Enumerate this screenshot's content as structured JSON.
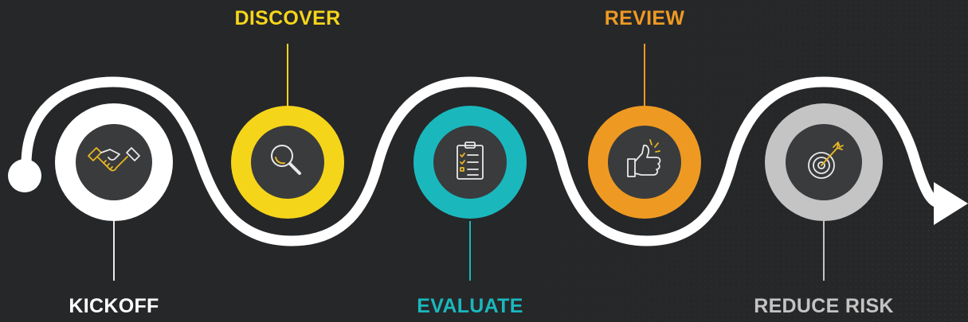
{
  "steps": [
    {
      "label": "KICKOFF",
      "color": "#ffffff",
      "icon": "handshake-icon"
    },
    {
      "label": "DISCOVER",
      "color": "#f5d51a",
      "icon": "magnifier-icon"
    },
    {
      "label": "EVALUATE",
      "color": "#1ab8bd",
      "icon": "clipboard-checklist-icon"
    },
    {
      "label": "REVIEW",
      "color": "#ee9a22",
      "icon": "thumbs-up-icon"
    },
    {
      "label": "REDUCE RISK",
      "color": "#c4c4c4",
      "icon": "target-arrow-icon"
    }
  ],
  "colors": {
    "background": "#262729",
    "path": "#ffffff",
    "inner": "#3a3b3d",
    "icon_stroke": "#e9e9e9",
    "icon_accent": "#e7b624"
  }
}
